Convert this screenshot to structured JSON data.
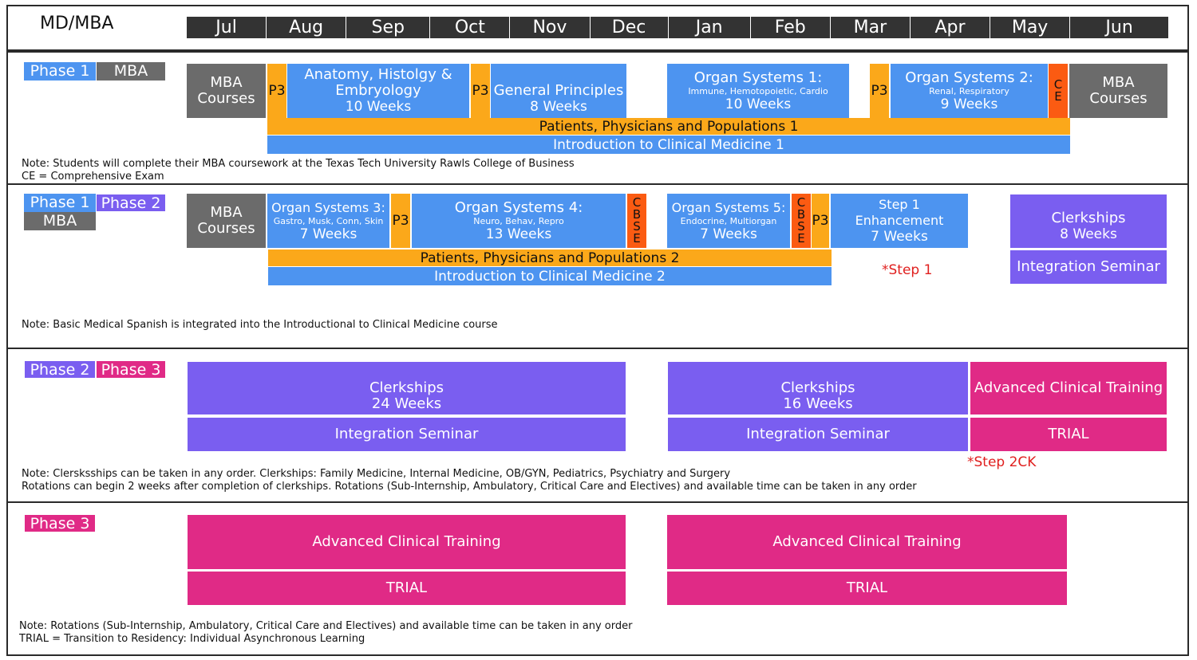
{
  "title": "MD/MBA",
  "months": [
    "Jul",
    "Aug",
    "Sep",
    "Oct",
    "Nov",
    "Dec",
    "Jan",
    "Feb",
    "Mar",
    "Apr",
    "May",
    "Jun"
  ],
  "colors": {
    "blue": "#4d94f0",
    "gray": "#6b6b6b",
    "orange": "#fba81a",
    "red_orange": "#fb5b12",
    "purple": "#7a5ef0",
    "magenta": "#e02a86",
    "month_bar": "#333333"
  },
  "year1": {
    "tag_phase": "Phase 1",
    "tag_mba": "MBA",
    "mba_start": {
      "l1": "MBA",
      "l2": "Courses"
    },
    "p3_a": "P3",
    "anatomy": {
      "l1": "Anatomy, Histolgy &",
      "l2": "Embryology",
      "l3": "10 Weeks"
    },
    "p3_b": "P3",
    "general": {
      "l1": "General Principles",
      "l3": "8 Weeks"
    },
    "os1": {
      "l1": "Organ Systems 1:",
      "l2": "Immune, Hemotopoietic, Cardio",
      "l3": "10 Weeks"
    },
    "p3_c": "P3",
    "os2": {
      "l1": "Organ Systems 2:",
      "l2": "Renal, Respiratory",
      "l3": "9 Weeks"
    },
    "ce": [
      "C",
      "E"
    ],
    "mba_end": {
      "l1": "MBA",
      "l2": "Courses"
    },
    "ppp": "Patients, Physicians and Populations 1",
    "icm": "Introduction to Clinical Medicine 1",
    "note1": "Note: Students will complete their MBA coursework at the Texas Tech University Rawls College of Business",
    "note2": "CE = Comprehensive Exam"
  },
  "year2": {
    "tag_phase1": "Phase 1",
    "tag_phase2": "Phase 2",
    "tag_mba": "MBA",
    "mba": {
      "l1": "MBA",
      "l2": "Courses"
    },
    "os3": {
      "l1": "Organ Systems 3:",
      "l2": "Gastro, Musk, Conn, Skin",
      "l3": "7 Weeks"
    },
    "p3_a": "P3",
    "os4": {
      "l1": "Organ Systems 4:",
      "l2": "Neuro, Behav, Repro",
      "l3": "13 Weeks"
    },
    "cbse_a": [
      "C",
      "B",
      "S",
      "E"
    ],
    "os5": {
      "l1": "Organ Systems 5:",
      "l2": "Endocrine, Multiorgan",
      "l3": "7 Weeks"
    },
    "cbse_b": [
      "C",
      "B",
      "S",
      "E"
    ],
    "p3_b": "P3",
    "step1": {
      "l1": "Step 1",
      "l2": "Enhancement",
      "l3": "7 Weeks"
    },
    "clerk": {
      "l1": "Clerkships",
      "l3": "8 Weeks"
    },
    "integ": "Integration Seminar",
    "ppp": "Patients, Physicians and Populations 2",
    "icm": "Introduction to Clinical Medicine 2",
    "step1_note": "*Step 1",
    "note1": "Note: Basic Medical Spanish is integrated into the Introductional to Clinical Medicine course"
  },
  "year3": {
    "tag_phase2": "Phase 2",
    "tag_phase3": "Phase 3",
    "clerk_a": {
      "l1": "Clerkships",
      "l3": "24 Weeks"
    },
    "integ_a": "Integration Seminar",
    "clerk_b": {
      "l1": "Clerkships",
      "l3": "16 Weeks"
    },
    "integ_b": "Integration Seminar",
    "act": "Advanced Clinical Training",
    "trial": "TRIAL",
    "step2": "*Step 2CK",
    "note1": "Note: Clersksships can be taken in any order. Clerkships: Family Medicine, Internal Medicine, OB/GYN, Pediatrics, Psychiatry and Surgery",
    "note2": "Rotations can begin 2 weeks after completion of clerkships. Rotations (Sub-Internship, Ambulatory, Critical Care and Electives) and available time can be taken in any order"
  },
  "year4": {
    "tag_phase3": "Phase 3",
    "act_a": "Advanced Clinical Training",
    "trial_a": "TRIAL",
    "act_b": "Advanced Clinical Training",
    "trial_b": "TRIAL",
    "note1": "Note: Rotations (Sub-Internship, Ambulatory, Critical Care and Electives) and available time can be taken in any order",
    "note2": "TRIAL = Transition to Residency: Individual Asynchronous Learning"
  }
}
